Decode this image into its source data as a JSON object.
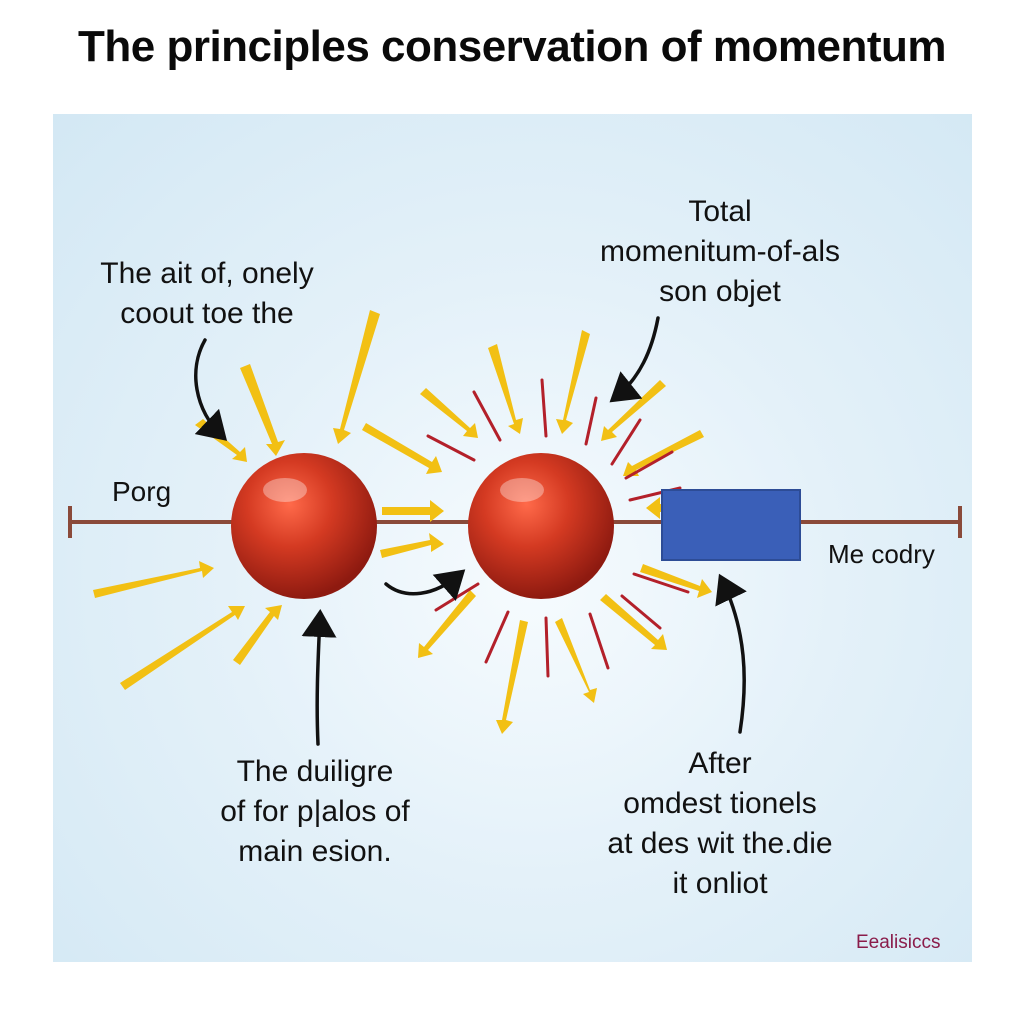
{
  "title": "The principles conservation of momentum",
  "labels": {
    "top_left": [
      "The ait of, onely",
      "coout toe the"
    ],
    "top_right": [
      "Total",
      "momenitum-of-als",
      "son objet"
    ],
    "axis_left": "Porg",
    "axis_right": "Me codry",
    "bottom_left": [
      "The duiligre",
      "of for p|alos of",
      "main esion."
    ],
    "bottom_right": [
      "After",
      "omdest tionels",
      "at des wit the.die",
      "it onliot"
    ]
  },
  "watermark": "Eealisiccs",
  "colors": {
    "ball": "#c62a17",
    "block": "#3a5fb8",
    "arrow_yellow": "#f2c014",
    "spark_red": "#b3202a",
    "axis": "#8a4a3a"
  },
  "icons": [
    "collision-burst",
    "callout-arrow"
  ]
}
